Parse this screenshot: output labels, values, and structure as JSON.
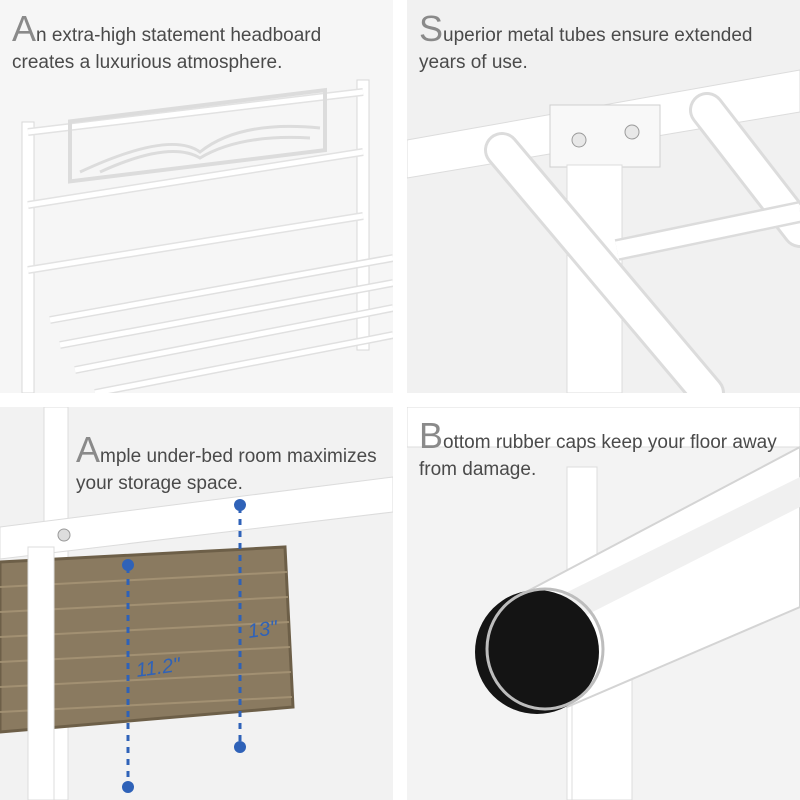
{
  "panels": {
    "headboard": {
      "first_letter": "A",
      "rest": "n extra-high statement headboard creates a luxurious atmosphere."
    },
    "tubes": {
      "first_letter": "S",
      "rest": "uperior metal tubes ensure extended years of use."
    },
    "storage": {
      "first_letter": "A",
      "rest": "mple under-bed room maximizes your storage space.",
      "dim_short": "11.2\"",
      "dim_tall": "13\""
    },
    "caps": {
      "first_letter": "B",
      "rest": "ottom rubber caps keep your floor away from damage."
    }
  },
  "colors": {
    "frame": "#ffffff",
    "dimension_line": "#2f62b8",
    "basket": "#8a7a60",
    "rubber_cap": "#141414"
  }
}
